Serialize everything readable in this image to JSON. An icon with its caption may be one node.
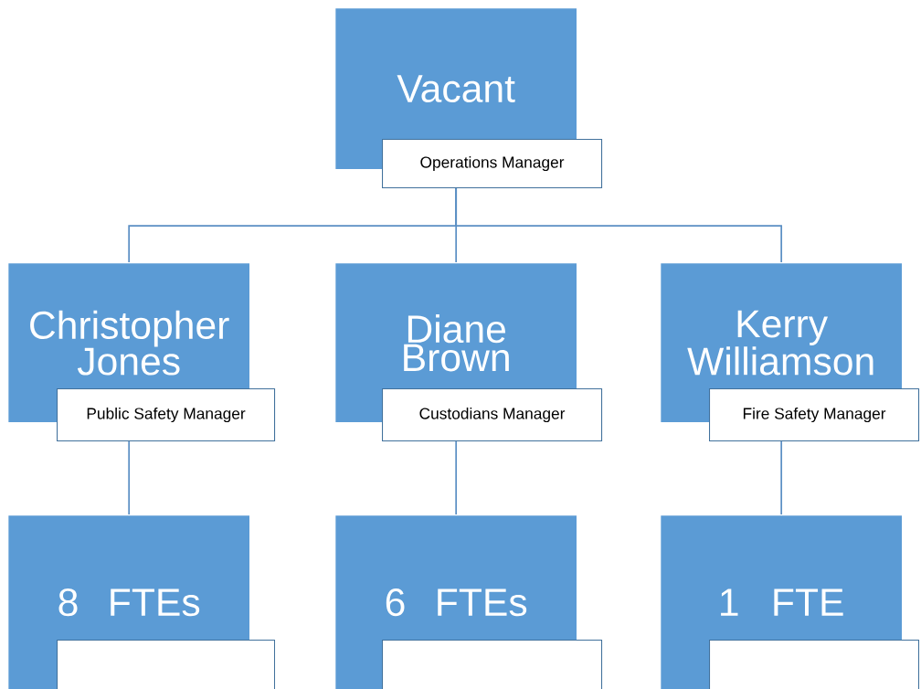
{
  "diagram": {
    "nodes": [
      {
        "text": [
          "Vacant",
          "Operations Manager"
        ]
      },
      {
        "text": [
          "Christopher Jones",
          "Public Safety Manager"
        ]
      },
      {
        "text": [
          "Diane Brown",
          "Custodians Manager"
        ]
      },
      {
        "text": [
          "Kerry Williamson",
          "Fire Safety Manager"
        ]
      },
      {
        "text": [
          "8 FTEs"
        ]
      },
      {
        "text": [
          "6 FTEs"
        ]
      },
      {
        "text": [
          "1 FTE"
        ]
      }
    ],
    "edges": [
      {
        "from": 0,
        "to": 1,
        "arrow": "none"
      },
      {
        "from": 0,
        "to": 2,
        "arrow": "none"
      },
      {
        "from": 0,
        "to": 3,
        "arrow": "none"
      },
      {
        "from": 1,
        "to": 4,
        "arrow": "none"
      },
      {
        "from": 2,
        "to": 5,
        "arrow": "none"
      },
      {
        "from": 3,
        "to": 6,
        "arrow": "none"
      }
    ]
  }
}
